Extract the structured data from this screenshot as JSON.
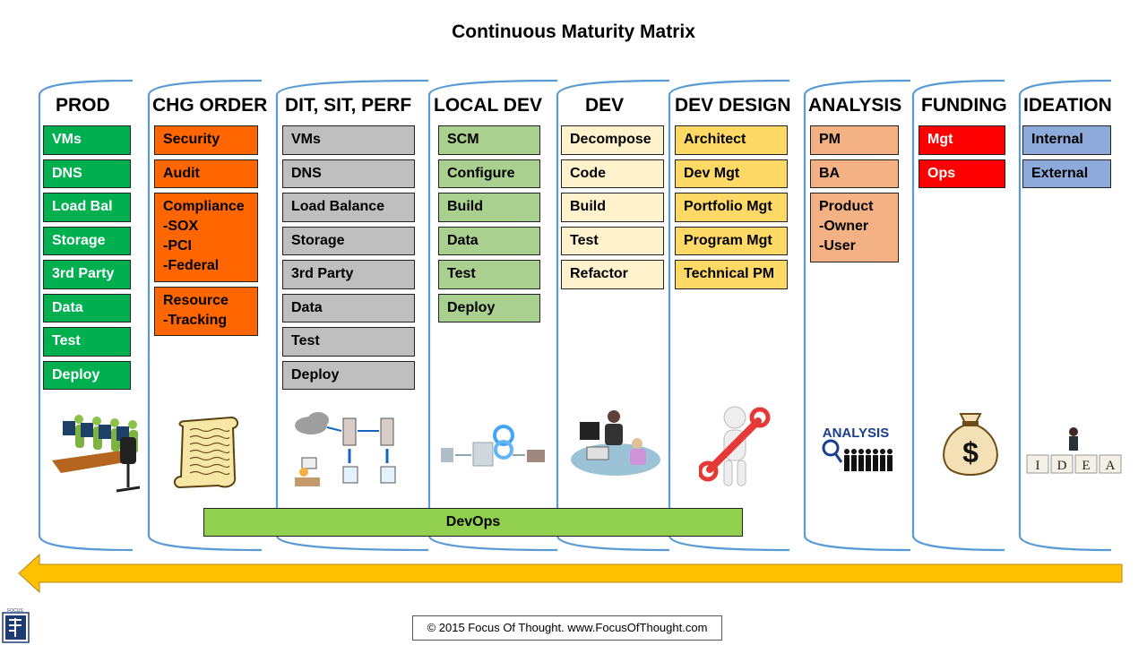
{
  "title": "Continuous Maturity Matrix",
  "colors": {
    "frame": "#5b9bd5",
    "green": "#00b050",
    "orange": "#ff6600",
    "gray": "#bfbfbf",
    "light_green": "#a9d08e",
    "cream": "#fff2cc",
    "gold": "#ffd966",
    "salmon": "#f4b183",
    "red": "#ff0000",
    "blue": "#8eaadb",
    "devops": "#92d050",
    "arrow": "#ffc000"
  },
  "columns": [
    {
      "id": "prod",
      "header": "PROD",
      "items": [
        [
          "VMs"
        ],
        [
          "DNS"
        ],
        [
          "Load Bal"
        ],
        [
          "Storage"
        ],
        [
          "3rd Party"
        ],
        [
          "Data"
        ],
        [
          "Test"
        ],
        [
          "Deploy"
        ]
      ],
      "picture": "people-at-computers-icon"
    },
    {
      "id": "chg_order",
      "header": "CHG ORDER",
      "items": [
        [
          "Security"
        ],
        [
          "Audit"
        ],
        [
          "Compliance",
          "-SOX",
          "-PCI",
          "-Federal"
        ],
        [
          "Resource",
          "-Tracking"
        ]
      ],
      "picture": "scroll-document-icon"
    },
    {
      "id": "dit_sit_perf",
      "header": "DIT, SIT, PERF",
      "items": [
        [
          "VMs"
        ],
        [
          "DNS"
        ],
        [
          "Load Balance"
        ],
        [
          "Storage"
        ],
        [
          "3rd Party"
        ],
        [
          "Data"
        ],
        [
          "Test"
        ],
        [
          "Deploy"
        ]
      ],
      "picture": "server-diagram-icon"
    },
    {
      "id": "local_dev",
      "header": "LOCAL DEV",
      "items": [
        [
          "SCM"
        ],
        [
          "Configure"
        ],
        [
          "Build"
        ],
        [
          "Data"
        ],
        [
          "Test"
        ],
        [
          "Deploy"
        ]
      ],
      "picture": "build-pipeline-icon"
    },
    {
      "id": "dev",
      "header": "DEV",
      "items": [
        [
          "Decompose"
        ],
        [
          "Code"
        ],
        [
          "Build"
        ],
        [
          "Test"
        ],
        [
          "Refactor"
        ]
      ],
      "picture": "developers-at-desk-icon"
    },
    {
      "id": "dev_design",
      "header": "DEV DESIGN",
      "items": [
        [
          "Architect"
        ],
        [
          "Dev Mgt"
        ],
        [
          "Portfolio Mgt"
        ],
        [
          "Program Mgt"
        ],
        [
          "Technical PM"
        ]
      ],
      "picture": "wrench-figure-icon"
    },
    {
      "id": "analysis",
      "header": "ANALYSIS",
      "items": [
        [
          "PM"
        ],
        [
          "BA"
        ],
        [
          "Product",
          "-Owner",
          "-User"
        ]
      ],
      "picture": "analysis-magnifier-icon",
      "picture_text": "ANALYSIS"
    },
    {
      "id": "funding",
      "header": "FUNDING",
      "items": [
        [
          "Mgt"
        ],
        [
          "Ops"
        ]
      ],
      "picture": "money-bag-icon",
      "picture_text": "$"
    },
    {
      "id": "ideation",
      "header": "IDEATION",
      "items": [
        [
          "Internal"
        ],
        [
          "External"
        ]
      ],
      "picture": "idea-tiles-icon",
      "picture_text": [
        "I",
        "D",
        "E",
        "A"
      ]
    }
  ],
  "devops": "DevOps",
  "arrow": {
    "direction": "left",
    "icon": "left-arrow-icon"
  },
  "copyright": "© 2015  Focus Of Thought.  www.FocusOfThought.com",
  "logo": {
    "icon": "focus-logo-icon",
    "text": "FOCUS"
  }
}
